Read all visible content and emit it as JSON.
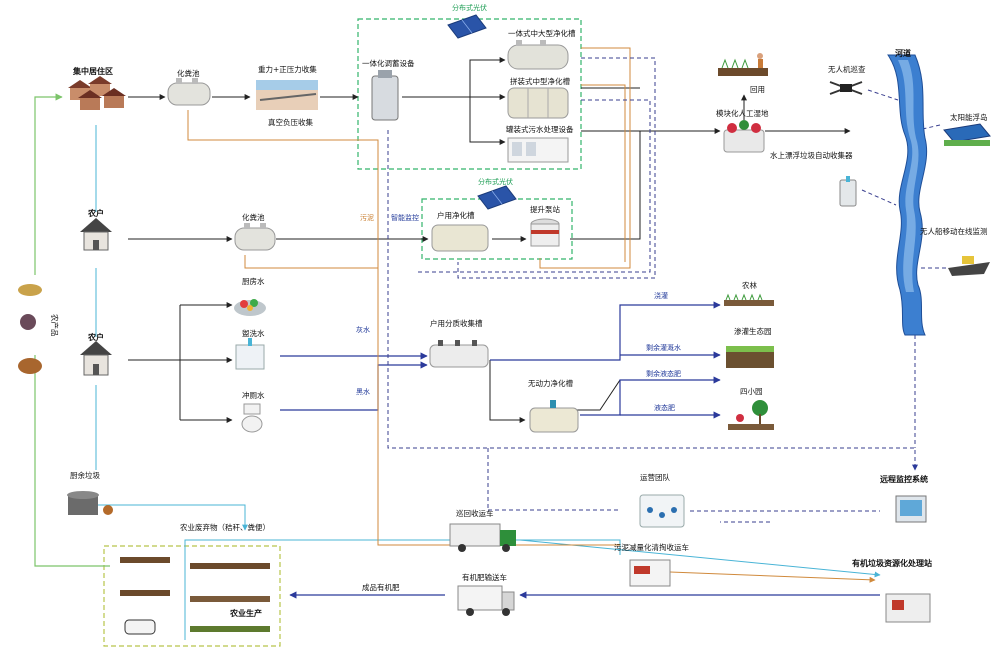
{
  "labels": {
    "centralized_residence": "集中居住区",
    "septic_tank_1": "化粪池",
    "gravity_pressure": "重力+正压力收集",
    "vacuum_collection": "真空负压收集",
    "integrated_equipment": "一体化调蓄设备",
    "solar_1": "分布式光伏",
    "large_tank": "一体式中大型净化槽",
    "medium_tank": "拼装式中型净化槽",
    "container_equipment": "罐装式污水处理设备",
    "reuse": "回用",
    "wetland": "模块化人工湿地",
    "river": "河道",
    "drone": "无人机巡查",
    "solar_island": "太阳能浮岛",
    "floating_collector": "水上漂浮垃圾自动收集器",
    "unmanned_boat": "无人船移动在线监测",
    "farmer_1": "农户",
    "septic_tank_2": "化粪池",
    "sludge": "污泥",
    "smart_monitor": "智能监控",
    "household_tank": "户用净化槽",
    "lift_station": "提升泵站",
    "solar_2": "分布式光伏",
    "farmer_2": "农户",
    "kitchen_water": "厨房水",
    "wash_water": "盥洗水",
    "flush_water": "冲厕水",
    "grey_water": "灰水",
    "black_water": "黑水",
    "sorting_tank": "户用分质收集槽",
    "unpowered_tank": "无动力净化槽",
    "irrigation": "浇灌",
    "surplus_irrigation_water": "剩余灌溉水",
    "surplus_liquid_fertilizer": "剩余液态肥",
    "liquid_fertilizer": "液态肥",
    "farmland": "农林",
    "ecological_garden": "渗灌生态园",
    "four_gardens": "四小园",
    "agri_products": "农产品",
    "kitchen_waste": "厨余垃圾",
    "agri_waste": "农业废弃物（秸秆、粪便）",
    "agri_production": "农业生产",
    "patrol_truck": "巡回收运车",
    "ops_team": "运营团队",
    "remote_monitor": "远程监控系统",
    "sludge_truck": "污泥减量化清掏收运车",
    "organic_station": "有机垃圾资源化处理站",
    "fertilizer_truck": "有机肥输送车",
    "organic_fertilizer": "成品有机肥"
  },
  "colors": {
    "black_flow": "#222222",
    "green_flow": "#7cc46a",
    "cyan_flow": "#49b4d6",
    "orange_flow": "#d08a3c",
    "blue_flow": "#2b3a9b",
    "navy_dash": "#3a3f8f",
    "box_green": "#33b36b",
    "river_blue": "#2f6fc2"
  }
}
